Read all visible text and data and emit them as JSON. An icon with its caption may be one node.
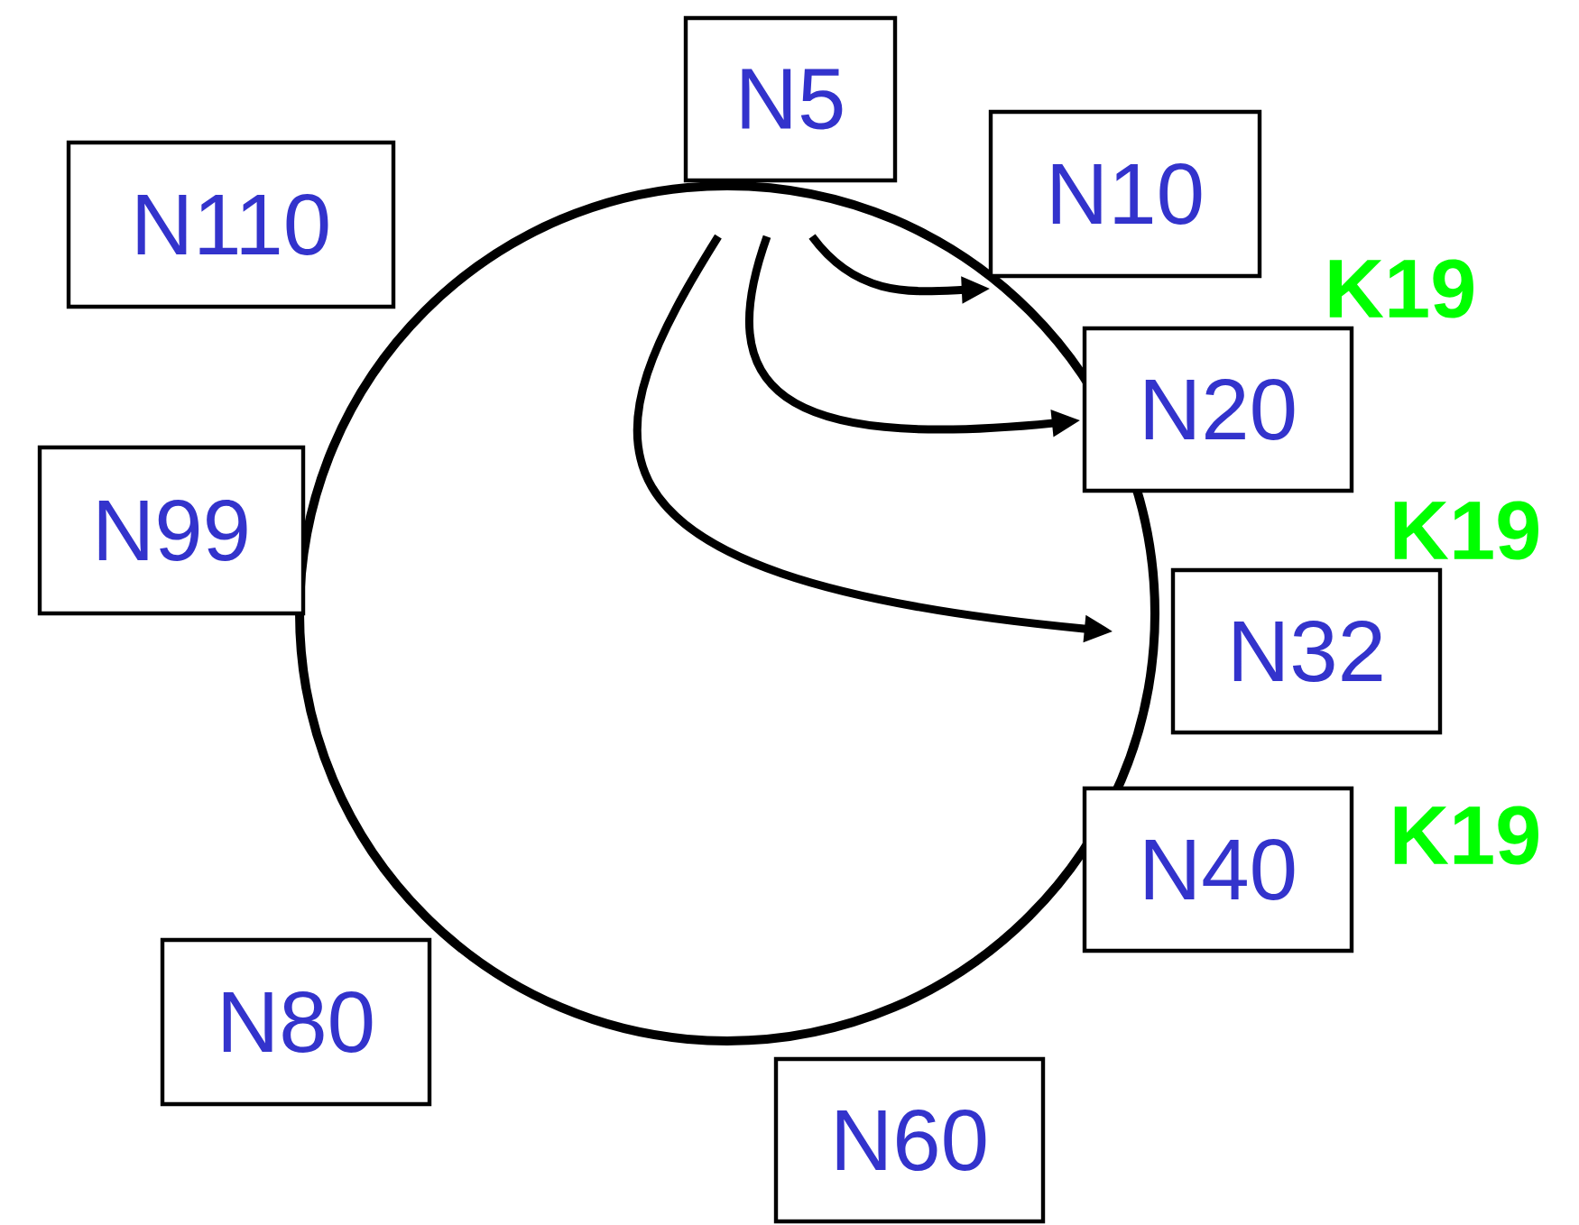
{
  "diagram": {
    "nodes": [
      {
        "text": [
          "N5"
        ]
      },
      {
        "text": [
          "N10"
        ]
      },
      {
        "text": [
          "N110"
        ]
      },
      {
        "text": [
          "N20"
        ]
      },
      {
        "text": [
          "N99"
        ]
      },
      {
        "text": [
          "N32"
        ]
      },
      {
        "text": [
          "N40"
        ]
      },
      {
        "text": [
          "N80"
        ]
      },
      {
        "text": [
          "N60"
        ]
      }
    ],
    "edges": [
      {
        "from": 0,
        "to": 1,
        "arrow": "to"
      },
      {
        "from": 0,
        "to": 3,
        "arrow": "to"
      },
      {
        "from": 0,
        "to": 5,
        "arrow": "to"
      }
    ],
    "labels": [
      "K19",
      "K19",
      "K19"
    ]
  }
}
